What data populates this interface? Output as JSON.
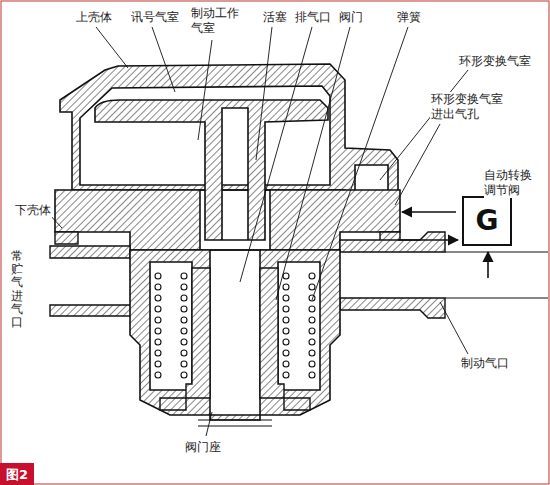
{
  "diagram": {
    "caption": "图2",
    "nodes": [
      {
        "text": [
          "自动转换 调节阀",
          "G"
        ]
      }
    ],
    "labels": [
      "上壳体",
      "讯号气室",
      "制动工作 气室",
      "活塞",
      "排气口",
      "阀门",
      "弹簧",
      "环形变换气室",
      "环形变换气室 进出气孔",
      "下壳体",
      "常贮气进气口",
      "制动气口",
      "阀门座"
    ]
  }
}
